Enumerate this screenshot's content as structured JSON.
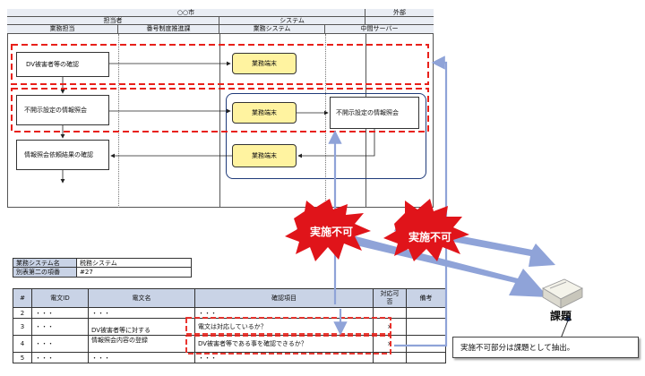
{
  "swimlane": {
    "title": "○○市",
    "external": "外部",
    "group_staff": "担当者",
    "group_system": "システム",
    "lanes": [
      "業務担当",
      "番号制度推進課",
      "業務システム",
      "中間サーバー"
    ],
    "process_left": [
      "DV被害者等の確認",
      "不開示設定の情報照会",
      "情報照会依頼結果の確認"
    ],
    "process_system": [
      "業務端末",
      "業務端末",
      "業務端末"
    ],
    "process_server": "不開示設定の情報照会"
  },
  "spec": {
    "rows": [
      {
        "label": "業務システム名",
        "value": "税務システム"
      },
      {
        "label": "別表第二の項番",
        "value": "#27"
      }
    ]
  },
  "table": {
    "headers": [
      "#",
      "電文ID",
      "電文名",
      "確認項目",
      "対応可否",
      "備考"
    ],
    "rows": [
      {
        "no": "2",
        "id": "・・・",
        "name": "・・・",
        "check": "・・・",
        "ok": "",
        "note": ""
      },
      {
        "no": "3",
        "id": "・・・",
        "name": "DV被害者等に対する",
        "check": "電文は対応しているか？",
        "ok": "×",
        "note": ""
      },
      {
        "no": "4",
        "id": "・・・",
        "name": "情報照会内容の登録",
        "check": "DV被害者等である事を確認できるか？",
        "ok": "×",
        "note": ""
      },
      {
        "no": "5",
        "id": "・・・",
        "name": "・・・",
        "check": "・・・",
        "ok": "",
        "note": ""
      }
    ]
  },
  "labels": {
    "infeasible_1": "実施不可",
    "infeasible_2": "実施不可",
    "issue": "課題",
    "callout": "実施不可部分は課題として抽出。"
  },
  "colors": {
    "dashed_red": "#e8201a",
    "burst_red": "#e0141a",
    "arrow_blue": "#8fa3d8",
    "terminal_yellow": "#fff3a0",
    "system_frame": "#1f3b7a"
  }
}
